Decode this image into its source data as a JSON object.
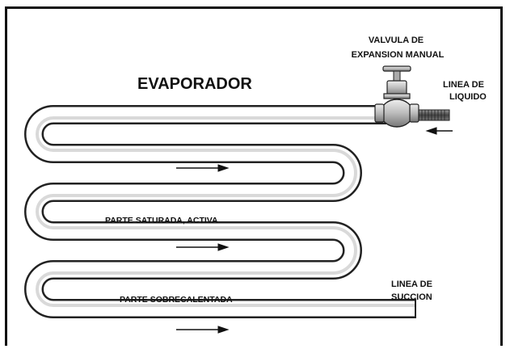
{
  "diagram": {
    "title": "EVAPORADOR",
    "labels": {
      "valve_line1": "VALVULA DE",
      "valve_line2": "EXPANSION MANUAL",
      "liquid_line1": "LINEA DE",
      "liquid_line2": "LIQUIDO",
      "saturated": "PARTE SATURADA, ACTIVA",
      "superheated": "PARTE SOBRECALENTADA",
      "suction_line1": "LINEA DE",
      "suction_line2": "SUCCION"
    },
    "colors": {
      "pipe_fill": "#ffffff",
      "pipe_stroke": "#222222",
      "pipe_shade": "#9a9a9a",
      "valve_body": "#c8c8c8",
      "liquid_pipe": "#555555"
    },
    "icons": [
      "expansion-valve-icon",
      "flow-arrow-icon"
    ]
  }
}
